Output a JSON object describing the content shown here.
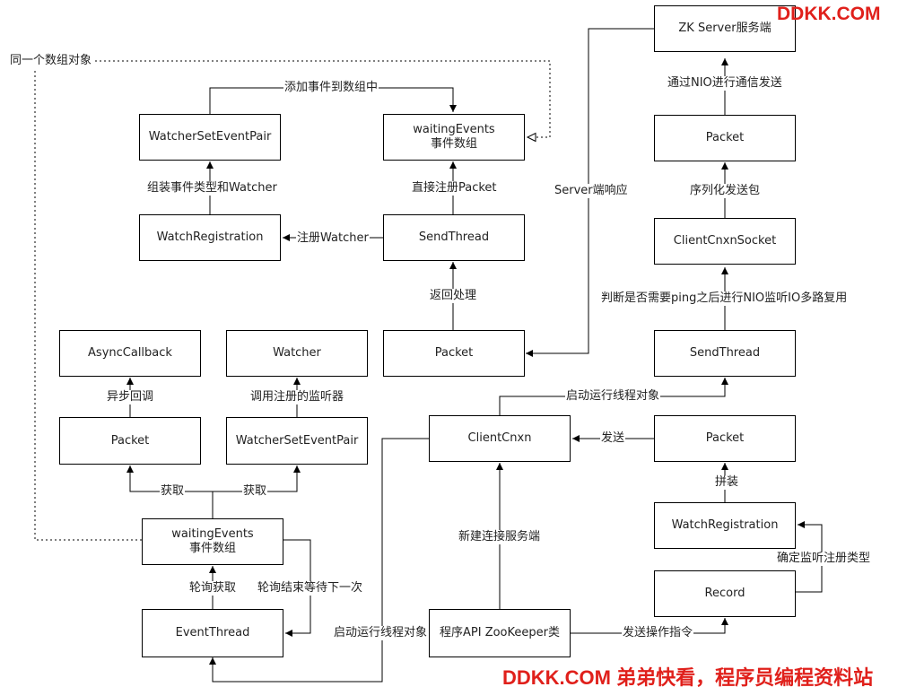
{
  "watermark": {
    "top": "DDKK.COM",
    "bottom": "DDKK.COM 弟弟快看，程序员编程资料站"
  },
  "nodes": {
    "zk_server": "ZK Server服务端",
    "packet_server": "Packet",
    "clientcnxn_socket": "ClientCnxnSocket",
    "sendthread_right": "SendThread",
    "packet_right": "Packet",
    "watchregistration_right": "WatchRegistration",
    "record": "Record",
    "clientcnxn": "ClientCnxn",
    "zookeeper_api": "程序API ZooKeeper类",
    "watcherseteventpair_top": "WatcherSetEventPair",
    "waiting_events_top": [
      "waitingEvents",
      "事件数组"
    ],
    "watchregistration_left": "WatchRegistration",
    "sendthread_mid": "SendThread",
    "packet_response": "Packet",
    "asynccallback": "AsyncCallback",
    "watcher": "Watcher",
    "packet_left": "Packet",
    "watcherseteventpair_bottom": "WatcherSetEventPair",
    "waiting_events_bottom": [
      "waitingEvents",
      "事件数组"
    ],
    "eventthread": "EventThread"
  },
  "edges": {
    "same_array": "同一个数组对象",
    "add_to_array": "添加事件到数组中",
    "assemble_event": "组装事件类型和Watcher",
    "direct_register_packet": "直接注册Packet",
    "register_watcher": "注册Watcher",
    "server_response": "Server端响应",
    "return_process": "返回处理",
    "nio_send": "通过NIO进行通信发送",
    "serialize_send": "序列化发送包",
    "ping_nio": "判断是否需要ping之后进行NIO监听IO多路复用",
    "start_thread_top": "启动运行线程对象",
    "send": "发送",
    "assemble": "拼装",
    "confirm_register_type": "确定监听注册类型",
    "new_connection": "新建连接服务端",
    "send_op": "发送操作指令",
    "start_thread_bottom": "启动运行线程对象",
    "async_callback": "异步回调",
    "call_registered_listener": "调用注册的监听器",
    "fetch_left": "获取",
    "fetch_right": "获取",
    "poll_fetch": "轮询获取",
    "poll_end_wait": "轮询结束等待下一次"
  }
}
